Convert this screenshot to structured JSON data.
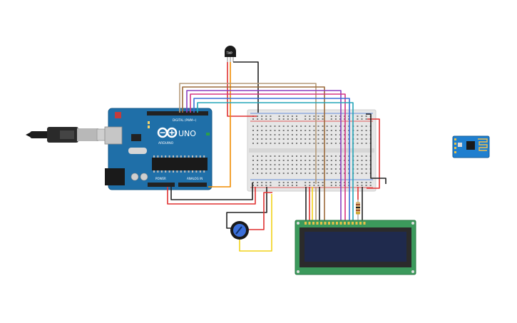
{
  "arduino": {
    "brand": "ARDUINO",
    "model": "UNO",
    "digital_header": "DIGITAL (PWM~)",
    "power_header": "POWER",
    "analog_header": "ANALOG IN"
  },
  "sensor": {
    "label": "TMP"
  },
  "colors": {
    "board": "#1f6fa8",
    "breadboard": "#e6e6e6",
    "lcd_pcb": "#3c9a5c",
    "lcd_screen": "#1f2a4d",
    "wifi": "#1f7fcf",
    "wire_red": "#e03131",
    "wire_black": "#222222",
    "wire_orange": "#f08c00",
    "wire_yellow": "#f2d21a",
    "wire_brown": "#9c6b3b",
    "wire_tan": "#b59b7a",
    "wire_purple": "#8c3fbf",
    "wire_magenta": "#d63384",
    "wire_blue": "#3b6fd9",
    "wire_teal": "#22a5b8"
  },
  "icons": [
    "usb-cable-icon",
    "potentiometer-icon",
    "temperature-sensor-icon",
    "wifi-module-icon",
    "resistor-icon"
  ]
}
